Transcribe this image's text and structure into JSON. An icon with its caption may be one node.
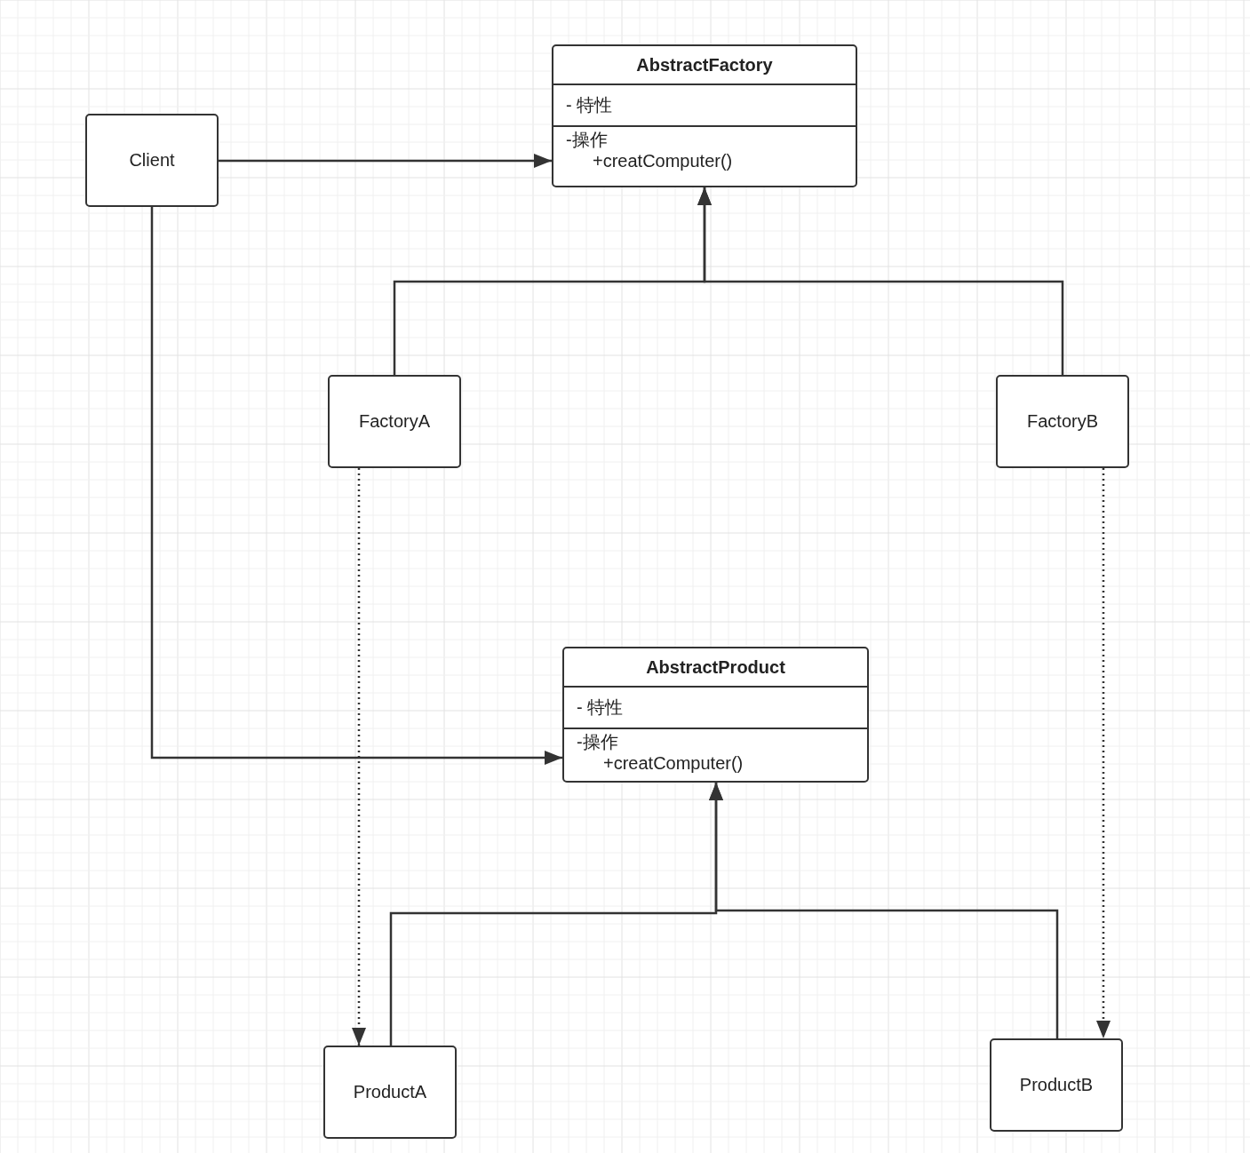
{
  "diagram": {
    "nodes": [
      {
        "text": [
          "Client"
        ]
      },
      {
        "text": [
          "AbstractFactory",
          "- 特性",
          "-操作",
          "+creatComputer()"
        ]
      },
      {
        "text": [
          "FactoryA"
        ]
      },
      {
        "text": [
          "FactoryB"
        ]
      },
      {
        "text": [
          "AbstractProduct",
          "- 特性",
          "-操作",
          "+creatComputer()"
        ]
      },
      {
        "text": [
          "ProductA"
        ]
      },
      {
        "text": [
          "ProductB"
        ]
      }
    ],
    "edges": [
      {
        "from": 0,
        "to": 1,
        "arrow": "to"
      },
      {
        "from": 0,
        "to": 4,
        "arrow": "to"
      },
      {
        "from": 2,
        "to": 1,
        "arrow": "to"
      },
      {
        "from": 3,
        "to": 1,
        "arrow": "to"
      },
      {
        "from": 2,
        "to": 5,
        "arrow": "to",
        "style": "dashed"
      },
      {
        "from": 3,
        "to": 6,
        "arrow": "to",
        "style": "dashed"
      },
      {
        "from": 5,
        "to": 4,
        "arrow": "to"
      },
      {
        "from": 6,
        "to": 4,
        "arrow": "to"
      }
    ]
  }
}
